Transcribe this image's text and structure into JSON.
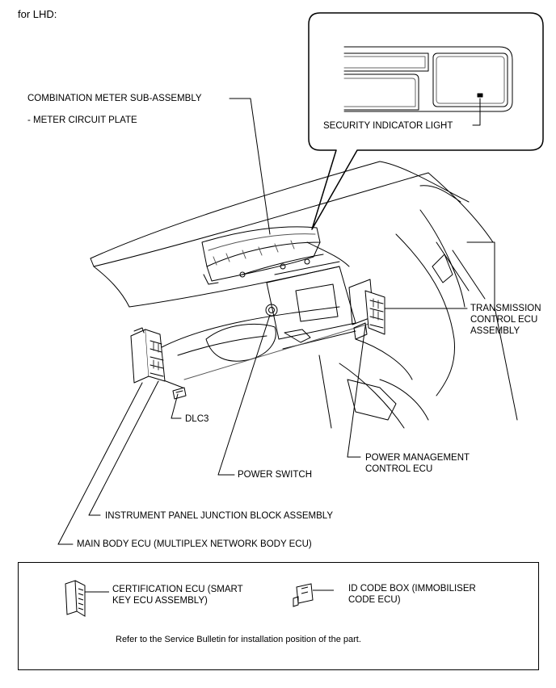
{
  "header": "for LHD:",
  "labels": {
    "combination_meter": "COMBINATION METER SUB-ASSEMBLY",
    "meter_circuit_plate": "- METER CIRCUIT PLATE",
    "security_indicator": "SECURITY INDICATOR LIGHT",
    "transmission_ecu_1": "TRANSMISSION",
    "transmission_ecu_2": "CONTROL ECU",
    "transmission_ecu_3": "ASSEMBLY",
    "dlc3": "DLC3",
    "power_mgmt_1": "POWER MANAGEMENT",
    "power_mgmt_2": "CONTROL ECU",
    "power_switch": "POWER SWITCH",
    "ip_junction_block": "INSTRUMENT PANEL JUNCTION BLOCK ASSEMBLY",
    "main_body_ecu": "MAIN BODY ECU (MULTIPLEX NETWORK BODY ECU)"
  },
  "legend": {
    "cert_ecu_1": "CERTIFICATION ECU (SMART",
    "cert_ecu_2": "KEY ECU ASSEMBLY)",
    "id_code_1": "ID CODE BOX (IMMOBILISER",
    "id_code_2": "CODE ECU)",
    "note": "Refer to the Service Bulletin for installation position of the part."
  }
}
